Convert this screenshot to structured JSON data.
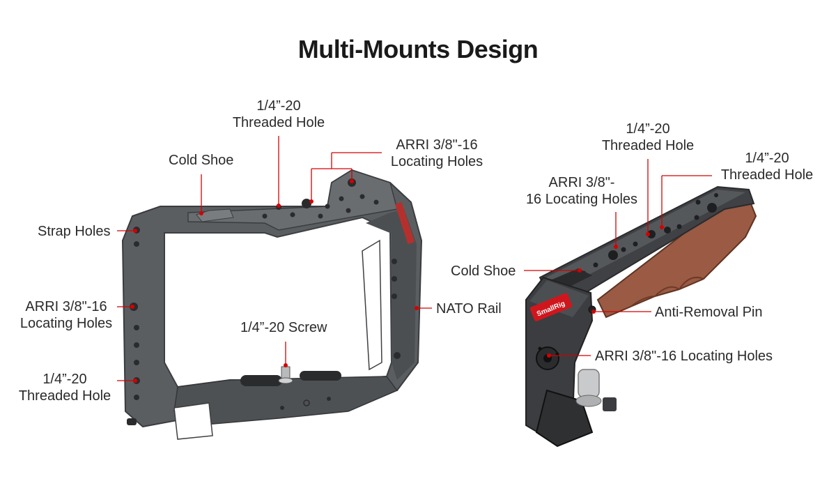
{
  "title": "Multi-Mounts Design",
  "colors": {
    "leader": "#d40000",
    "cage": "#55585b",
    "cage_dark": "#3b3d40",
    "wood": "#9a5a43",
    "logo": "#d0161d"
  },
  "icons": [
    "cage-illustration",
    "top-handle-illustration"
  ],
  "cage_labels": {
    "threaded_top_line1": "1/4”-20",
    "threaded_top_line2": "Threaded Hole",
    "arri_top_line1": "ARRI 3/8\"-16",
    "arri_top_line2": "Locating Holes",
    "cold_shoe": "Cold Shoe",
    "strap_holes": "Strap Holes",
    "arri_side_line1": "ARRI 3/8\"-16",
    "arri_side_line2": "Locating Holes",
    "screw": "1/4”-20 Screw",
    "nato": "NATO Rail",
    "threaded_side_line1": "1/4”-20",
    "threaded_side_line2": "Threaded Hole"
  },
  "handle_labels": {
    "threaded_a_line1": "1/4”-20",
    "threaded_a_line2": "Threaded Hole",
    "threaded_b_line1": "1/4”-20",
    "threaded_b_line2": "Threaded Hole",
    "arri_line1": "ARRI 3/8\"-",
    "arri_line2": "16 Locating Holes",
    "cold_shoe": "Cold Shoe",
    "anti_removal": "Anti-Removal Pin",
    "arri_bottom": "ARRI 3/8\"-16 Locating Holes",
    "logo": "SmallRig"
  }
}
